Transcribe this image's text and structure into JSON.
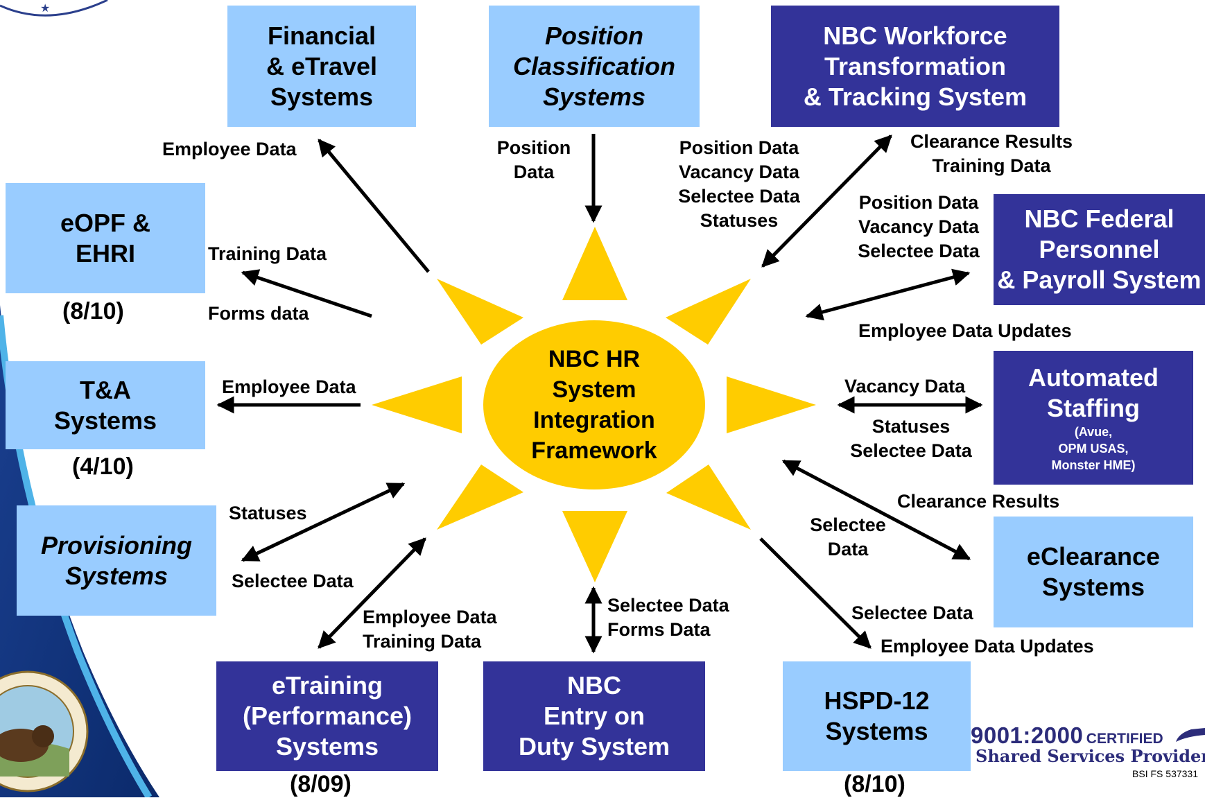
{
  "hub": {
    "lines": [
      "NBC HR",
      "System",
      "Integration",
      "Framework"
    ]
  },
  "boxes": {
    "financial": {
      "lines": [
        "Financial",
        "& eTravel",
        "Systems"
      ]
    },
    "position": {
      "lines": [
        "Position",
        "Classification",
        "Systems"
      ]
    },
    "workforce": {
      "lines": [
        "NBC Workforce",
        "Transformation",
        "& Tracking System"
      ]
    },
    "eopf": {
      "lines": [
        "eOPF &",
        "EHRI"
      ]
    },
    "federal": {
      "lines": [
        "NBC Federal",
        "Personnel",
        "& Payroll System"
      ]
    },
    "ta": {
      "lines": [
        "T&A",
        "Systems"
      ]
    },
    "staffing": {
      "lines": [
        "Automated",
        "Staffing"
      ],
      "sub": [
        "(Avue,",
        "OPM USAS,",
        "Monster HME)"
      ]
    },
    "provisioning": {
      "lines": [
        "Provisioning",
        "Systems"
      ]
    },
    "eclearance": {
      "lines": [
        "eClearance",
        "Systems"
      ]
    },
    "etraining": {
      "lines": [
        "eTraining",
        "(Performance)",
        "Systems"
      ]
    },
    "entry": {
      "lines": [
        "NBC",
        "Entry on",
        "Duty System"
      ]
    },
    "hspd": {
      "lines": [
        "HSPD-12",
        "Systems"
      ]
    }
  },
  "dates": {
    "eopf": "(8/10)",
    "ta": "(4/10)",
    "etraining": "(8/09)",
    "hspd": "(8/10)"
  },
  "labels": {
    "financial": "Employee Data",
    "position": [
      "Position",
      "Data"
    ],
    "center_top_right": [
      "Position Data",
      "Vacancy Data",
      "Selectee Data",
      "Statuses"
    ],
    "workforce": [
      "Clearance Results",
      "Training Data"
    ],
    "federal_in": [
      "Position Data",
      "Vacancy Data",
      "Selectee Data"
    ],
    "federal_out": "Employee Data Updates",
    "eopf_training": "Training Data",
    "eopf_forms": "Forms data",
    "ta": "Employee Data",
    "staffing_top": "Vacancy Data",
    "staffing_bottom": [
      "Statuses",
      "Selectee Data"
    ],
    "eclearance_top": "Clearance Results",
    "eclearance_left": [
      "Selectee",
      "Data"
    ],
    "prov_statuses": "Statuses",
    "prov_selectee": "Selectee Data",
    "etraining": [
      "Employee Data",
      "Training Data"
    ],
    "entry": [
      "Selectee Data",
      "Forms Data"
    ],
    "hspd_in": "Selectee Data",
    "hspd_out": "Employee Data Updates"
  },
  "certification": {
    "iso": "9001:2000",
    "certified": "CERTIFIED",
    "provider": "Shared Services Provider",
    "bsi": "BSI FS 537331"
  },
  "colors": {
    "light_box": "#99ccff",
    "dark_box": "#333399",
    "hub": "#ffcc00",
    "arrow": "#000000"
  }
}
